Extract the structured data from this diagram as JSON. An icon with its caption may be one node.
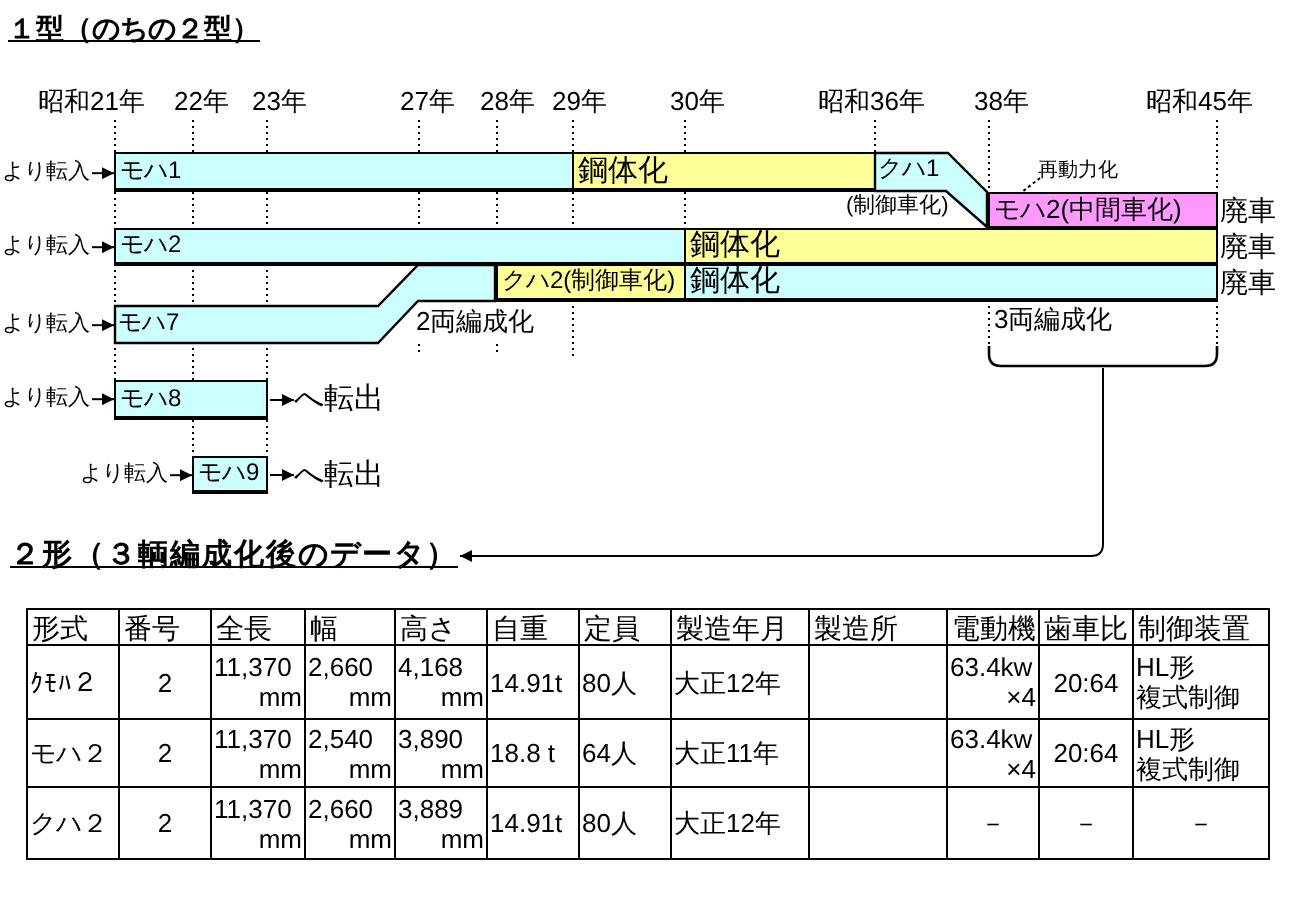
{
  "diagram": {
    "title": "１型（のちの２型）",
    "nodes": [
      {
        "text": [
          "より転入"
        ]
      },
      {
        "text": [
          "モハ1"
        ]
      },
      {
        "text": [
          "鋼体化"
        ]
      },
      {
        "text": [
          "クハ1"
        ],
        "beside": [
          "(制御車化)"
        ]
      },
      {
        "text": [
          "再動力化"
        ]
      },
      {
        "text": [
          "モハ2(中間車化)"
        ],
        "beside": [
          "廃車"
        ]
      },
      {
        "text": [
          "より転入"
        ]
      },
      {
        "text": [
          "モハ2"
        ]
      },
      {
        "text": [
          "鋼体化"
        ],
        "beside": [
          "廃車"
        ]
      },
      {
        "text": [
          "クハ2(制御車化)"
        ]
      },
      {
        "text": [
          "鋼体化"
        ],
        "beside": [
          "廃車"
        ]
      },
      {
        "text": [
          "より転入"
        ]
      },
      {
        "text": [
          "モハ7"
        ],
        "beside": [
          "2両編成化"
        ]
      },
      {
        "text": [
          "3両編成化"
        ]
      },
      {
        "text": [
          "より転入"
        ]
      },
      {
        "text": [
          "モハ8"
        ]
      },
      {
        "text": [
          "へ転出"
        ]
      },
      {
        "text": [
          "より転入"
        ]
      },
      {
        "text": [
          "モハ9"
        ]
      },
      {
        "text": [
          "へ転出"
        ]
      },
      {
        "text": [
          "２形（３輌編成化後のデータ）"
        ]
      }
    ],
    "edges": [
      {
        "from": 0,
        "to": 1,
        "arrow": "to"
      },
      {
        "from": 4,
        "to": 5,
        "arrow": "none",
        "style": "dashed"
      },
      {
        "from": 6,
        "to": 7,
        "arrow": "to"
      },
      {
        "from": 11,
        "to": 12,
        "arrow": "to"
      },
      {
        "from": 14,
        "to": 15,
        "arrow": "to"
      },
      {
        "from": 15,
        "to": 16,
        "arrow": "to"
      },
      {
        "from": 17,
        "to": 18,
        "arrow": "to"
      },
      {
        "from": 18,
        "to": 19,
        "arrow": "to"
      },
      {
        "from": 13,
        "to": 20,
        "arrow": "to"
      }
    ],
    "labels": [
      "昭和21年",
      "22年",
      "23年",
      "27年",
      "28年",
      "29年",
      "30年",
      "昭和36年",
      "38年",
      "昭和45年",
      "形式",
      "番号",
      "全長",
      "幅",
      "高さ",
      "自重",
      "定員",
      "製造年月",
      "製造所",
      "電動機",
      "歯車比",
      "制御装置",
      "ｸﾓﾊ２",
      "2",
      "11,370 mm",
      "2,660 mm",
      "4,168 mm",
      "14.91t",
      "80人",
      "大正12年",
      "63.4kw ×4",
      "20:64",
      "HL形複式制御",
      "モハ２",
      "2",
      "11,370 mm",
      "2,540 mm",
      "3,890 mm",
      "18.8 t",
      "64人",
      "大正11年",
      "63.4kw ×4",
      "20:64",
      "HL形複式制御",
      "クハ２",
      "2",
      "11,370 mm",
      "2,660 mm",
      "3,889 mm",
      "14.91t",
      "80人",
      "大正12年",
      "－",
      "－",
      "－"
    ]
  }
}
